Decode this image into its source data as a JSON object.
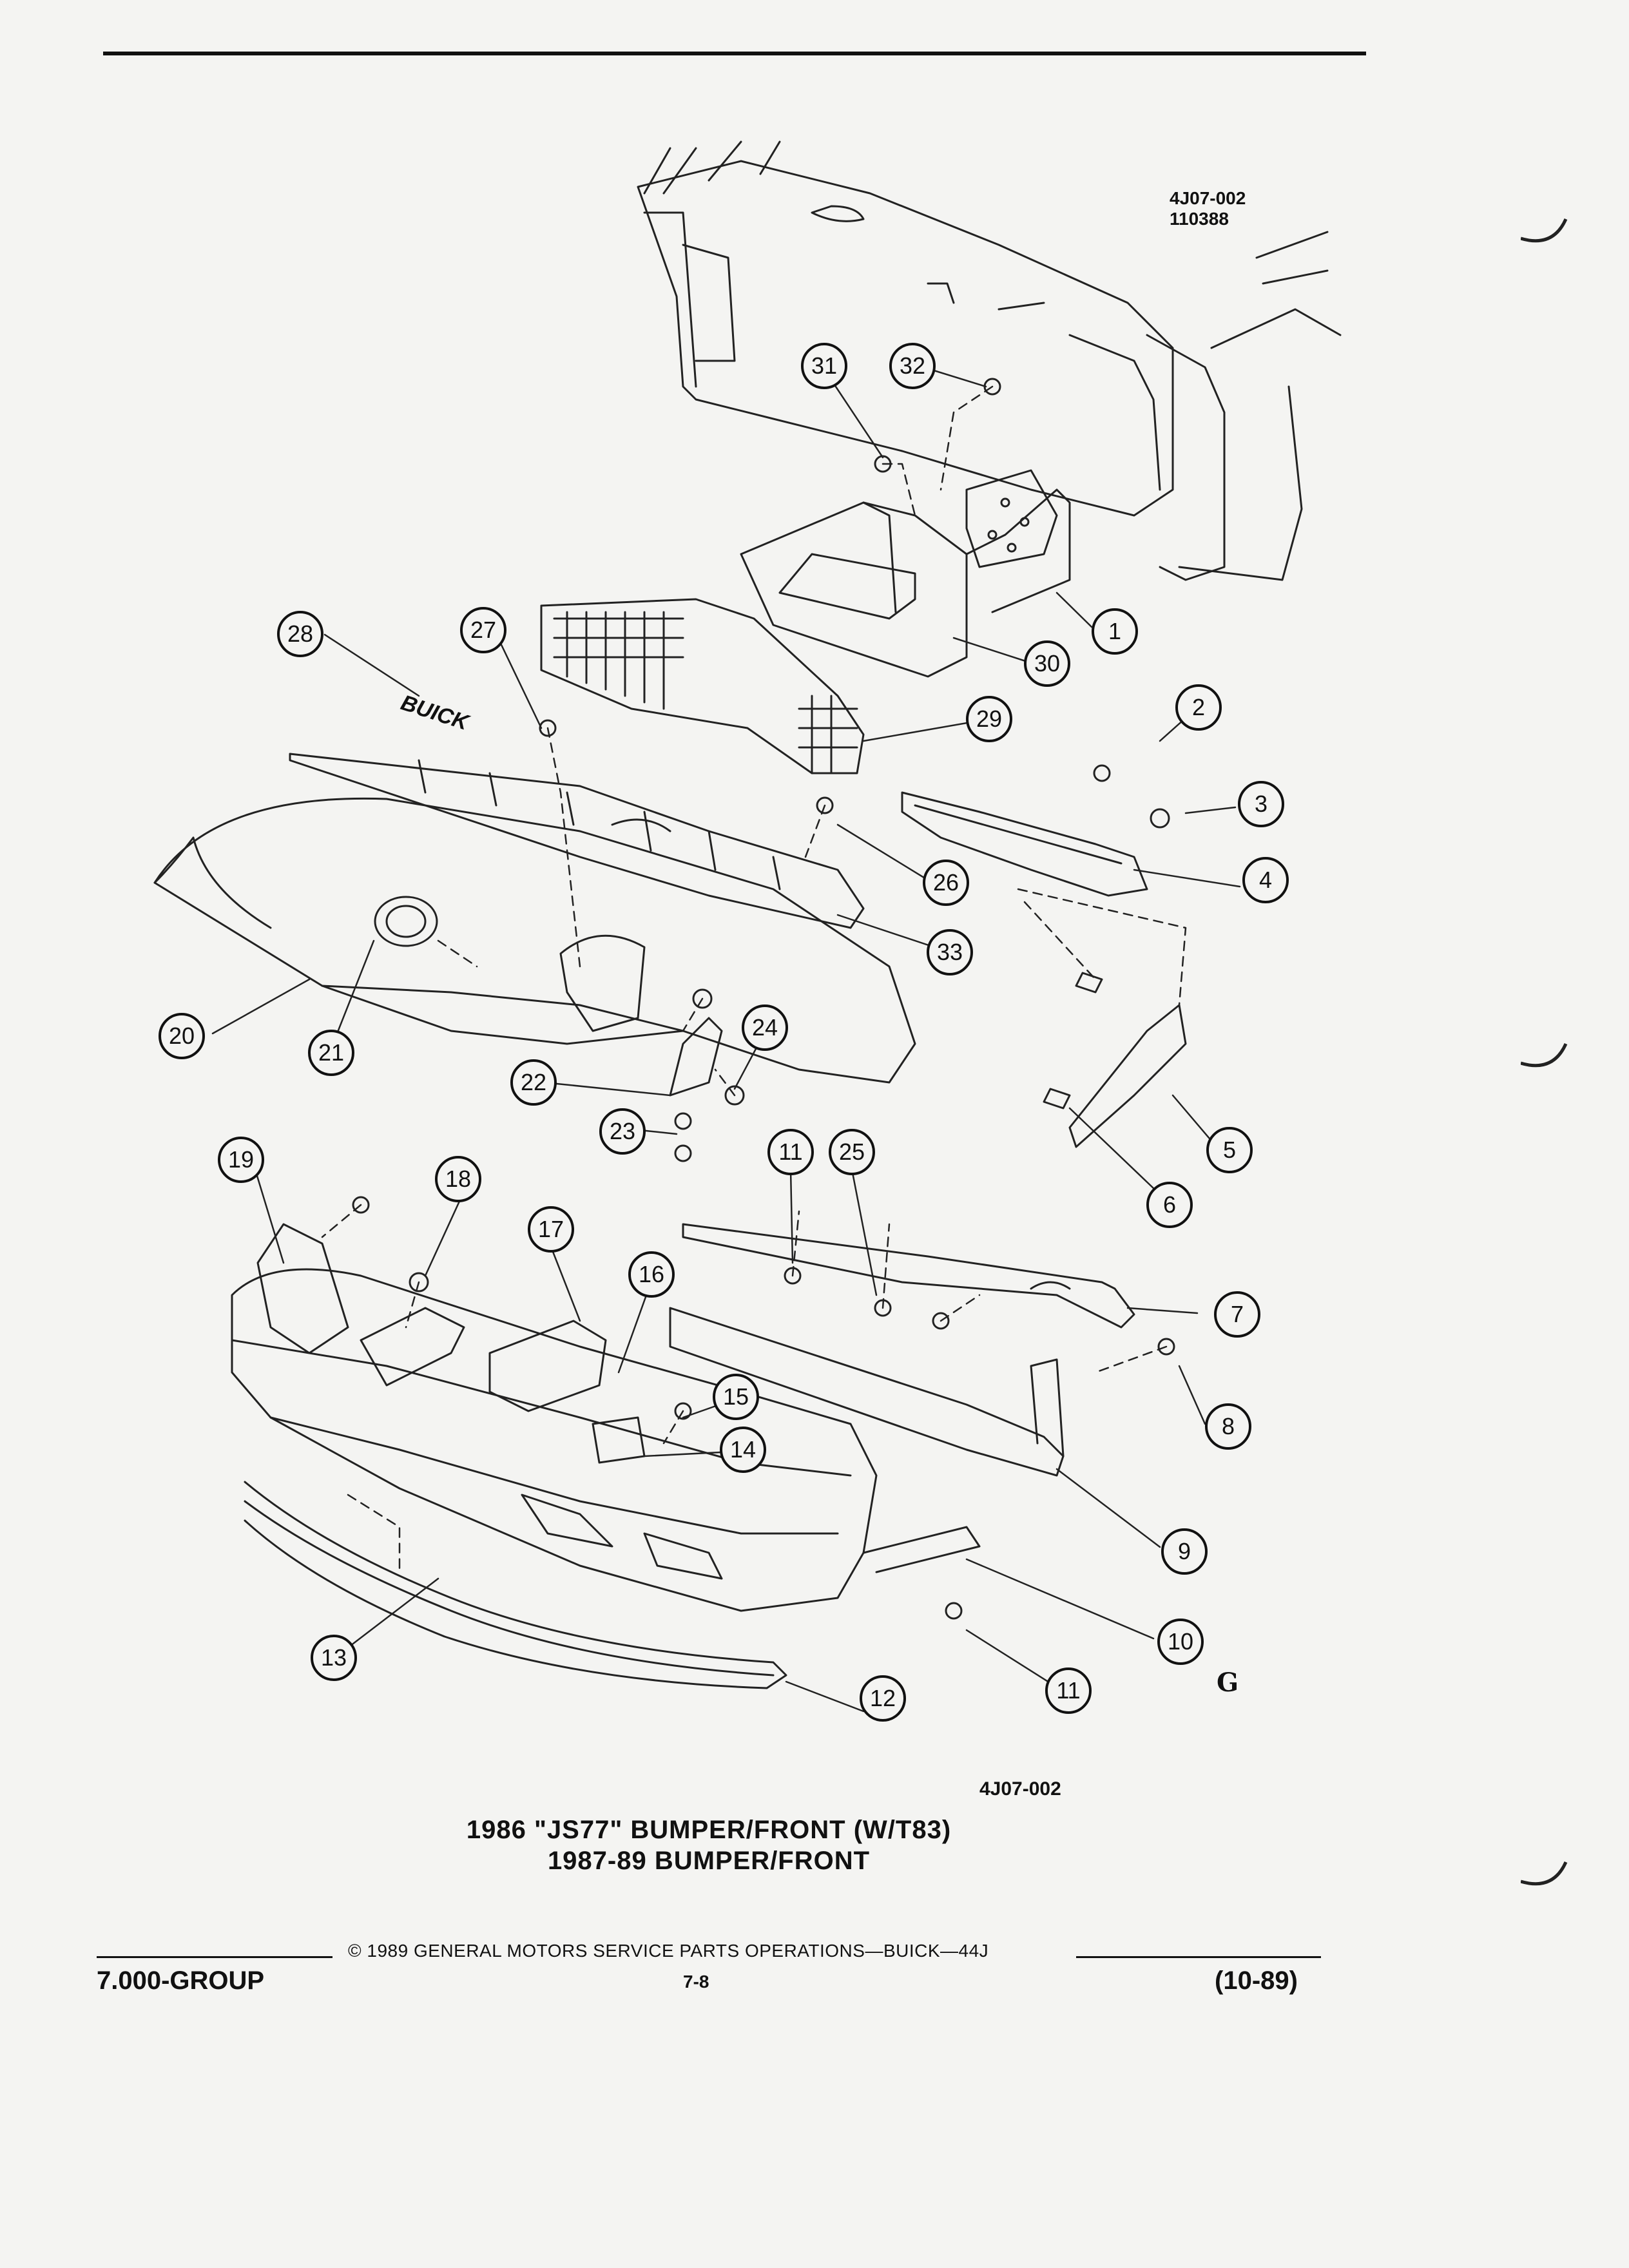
{
  "header": {
    "ref_code_line1": "4J07-002",
    "ref_code_line2": "110388"
  },
  "callouts": [
    "1",
    "2",
    "3",
    "4",
    "5",
    "6",
    "7",
    "8",
    "9",
    "10",
    "11",
    "11",
    "12",
    "13",
    "14",
    "15",
    "16",
    "17",
    "18",
    "19",
    "20",
    "21",
    "22",
    "23",
    "24",
    "25",
    "26",
    "27",
    "28",
    "29",
    "30",
    "31",
    "32",
    "33"
  ],
  "emblem_text": "BUICK",
  "figure_id": "4J07-002",
  "caption": {
    "line1": "1986 \"JS77\" BUMPER/FRONT (W/T83)",
    "line2": "1987-89 BUMPER/FRONT"
  },
  "footer": {
    "copyright": "© 1989 GENERAL MOTORS SERVICE PARTS OPERATIONS—BUICK—44J",
    "group": "7.000-GROUP",
    "page": "7-8",
    "date": "(10-89)"
  },
  "logo_mark": "G"
}
